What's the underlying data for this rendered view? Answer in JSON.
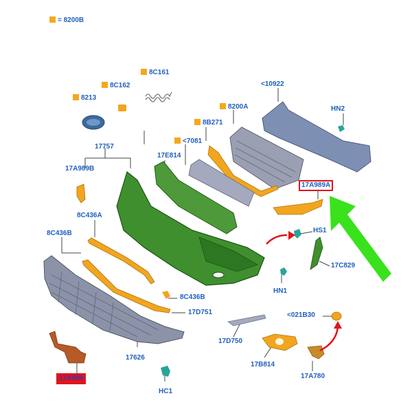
{
  "legend": {
    "code": "= 8200B"
  },
  "labels": {
    "p8C161": "8C161",
    "p8C162": "8C162",
    "p8213": "8213",
    "p10922": "<10922",
    "hn2": "HN2",
    "p8200A": "8200A",
    "p8B271": "8B271",
    "p7081": "<7081",
    "p17757": "17757",
    "p17E814": "17E814",
    "p17A989B": "17A989B",
    "p17A989A": "17A989A",
    "p8C436A": "8C436A",
    "p8C436B_left": "8C436B",
    "hs1": "HS1",
    "p17C829": "17C829",
    "hn1": "HN1",
    "p8C436B_right": "8C436B",
    "p17D751": "17D751",
    "p021B30": "<021B30",
    "p17D750": "17D750",
    "p17626": "17626",
    "p17B814": "17B814",
    "p17A780": "17A780",
    "hc1": "HC1",
    "p17A989_bottom": "17A989"
  },
  "colors": {
    "label_blue": "#1f5fbf",
    "marker_orange": "#f5a81c",
    "highlight_red": "#e0141e",
    "bumper_green": "#3f8f2f",
    "arrow_green": "#39e21c",
    "grille_gray": "#8c93a8",
    "trim_orange": "#f2a51e"
  }
}
